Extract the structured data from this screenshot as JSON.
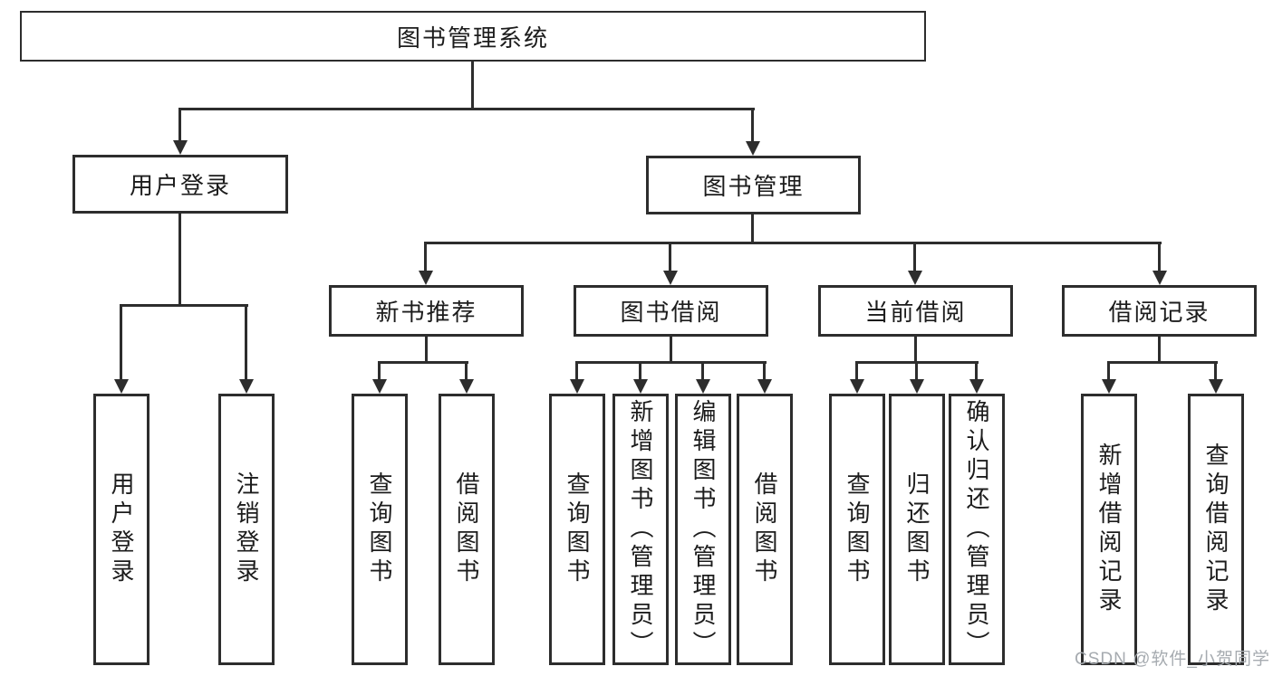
{
  "diagram": {
    "root": {
      "label": "图书管理系统"
    },
    "groups": [
      {
        "label": "用户登录",
        "leaves": [
          {
            "label": "用户登录"
          },
          {
            "label": "注销登录"
          }
        ]
      },
      {
        "label": "图书管理",
        "sections": [
          {
            "label": "新书推荐",
            "leaves": [
              {
                "label": "查询图书"
              },
              {
                "label": "借阅图书"
              }
            ]
          },
          {
            "label": "图书借阅",
            "leaves": [
              {
                "label": "查询图书"
              },
              {
                "label": "新增图书（管理员）"
              },
              {
                "label": "编辑图书（管理员）"
              },
              {
                "label": "借阅图书"
              }
            ]
          },
          {
            "label": "当前借阅",
            "leaves": [
              {
                "label": "查询图书"
              },
              {
                "label": "归还图书"
              },
              {
                "label": "确认归还（管理员）"
              }
            ]
          },
          {
            "label": "借阅记录",
            "leaves": [
              {
                "label": "新增借阅记录"
              },
              {
                "label": "查询借阅记录"
              }
            ]
          }
        ]
      }
    ]
  },
  "watermark": {
    "text": "CSDN @软件_小贺同学"
  },
  "colors": {
    "line": "#2d2d2d",
    "box_border": "#2d2d2d",
    "text": "#1c1c1c",
    "watermark": "#a6abb0",
    "background": "#ffffff"
  }
}
